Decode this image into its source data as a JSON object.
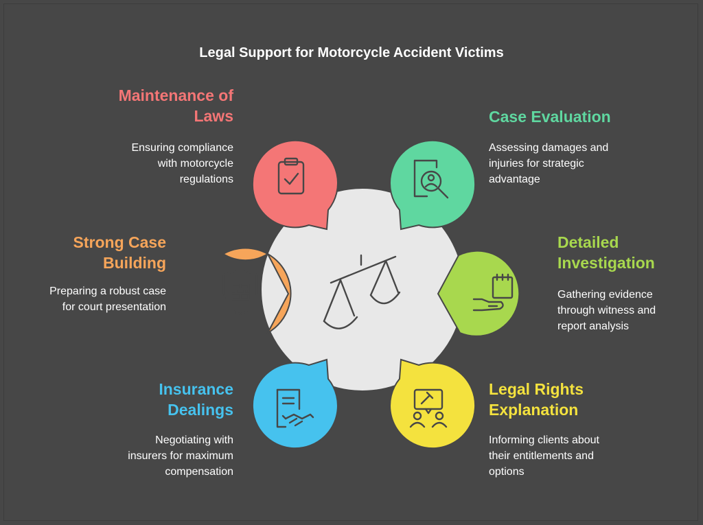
{
  "title": "Legal Support for Motorcycle Accident Victims",
  "colors": {
    "background": "#474747",
    "center": "#e8e8e8",
    "red": "#f47676",
    "green": "#5fd7a0",
    "orange": "#f6a55a",
    "lime": "#a8d84e",
    "blue": "#46c2ee",
    "yellow": "#f4e23e"
  },
  "items": [
    {
      "heading": "Maintenance of Laws",
      "heading_lines": [
        "Maintenance of",
        "Laws"
      ],
      "description_lines": [
        "Ensuring compliance",
        "with motorcycle",
        "regulations"
      ],
      "color": "#f47676",
      "icon": "clipboard-check-icon"
    },
    {
      "heading": "Case Evaluation",
      "heading_lines": [
        "Case Evaluation"
      ],
      "description_lines": [
        "Assessing damages and",
        "injuries for strategic",
        "advantage"
      ],
      "color": "#5fd7a0",
      "icon": "document-search-icon"
    },
    {
      "heading": "Strong Case Building",
      "heading_lines": [
        "Strong Case",
        "Building"
      ],
      "description_lines": [
        "Preparing a robust case",
        "for court presentation"
      ],
      "color": "#f6a55a",
      "icon": "shield-brick-icon"
    },
    {
      "heading": "Detailed Investigation",
      "heading_lines": [
        "Detailed",
        "Investigation"
      ],
      "description_lines": [
        "Gathering evidence",
        "through witness and",
        "report analysis"
      ],
      "color": "#a8d84e",
      "icon": "calendar-hand-icon"
    },
    {
      "heading": "Insurance Dealings",
      "heading_lines": [
        "Insurance",
        "Dealings"
      ],
      "description_lines": [
        "Negotiating with",
        "insurers for maximum",
        "compensation"
      ],
      "color": "#46c2ee",
      "icon": "contract-handshake-icon"
    },
    {
      "heading": "Legal Rights Explanation",
      "heading_lines": [
        "Legal Rights",
        "Explanation"
      ],
      "description_lines": [
        "Informing clients about",
        "their entitlements and",
        "options"
      ],
      "color": "#f4e23e",
      "icon": "gavel-people-icon"
    }
  ],
  "center_icon": "scales-of-justice-icon"
}
